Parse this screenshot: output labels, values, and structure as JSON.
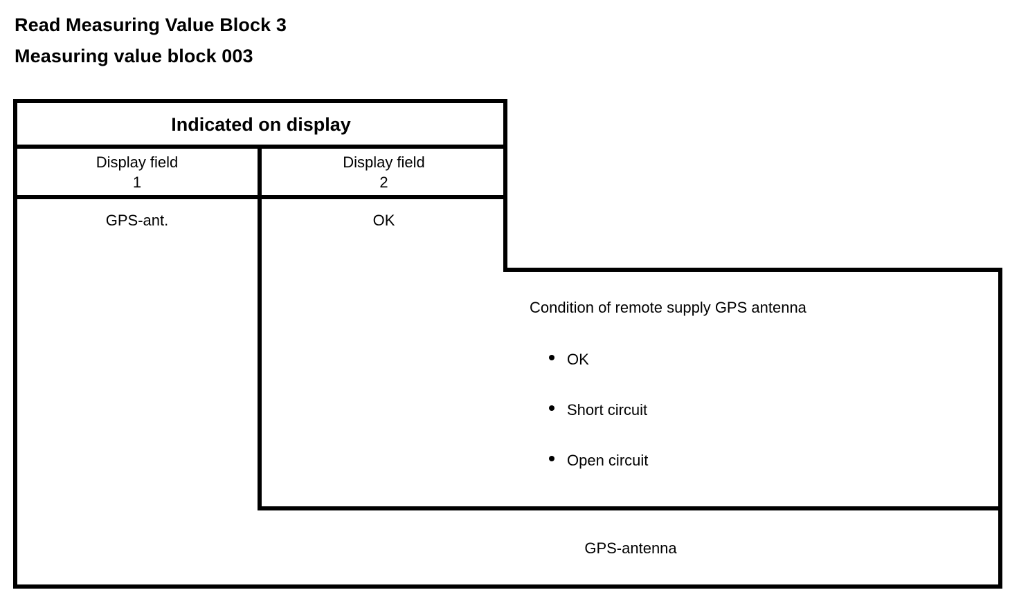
{
  "document": {
    "heading_lines": [
      "Read Measuring Value Block 3",
      "Measuring value block 003"
    ]
  },
  "table": {
    "spanned_header": "Indicated on display",
    "column_headers": [
      "Display field\n1",
      "Display field\n2"
    ],
    "value_row": [
      "GPS-ant.",
      "OK"
    ],
    "bottom_row_label": "GPS-antenna"
  },
  "description": {
    "title": "Condition of remote supply GPS antenna",
    "items": [
      {
        "label": "OK"
      },
      {
        "label": "Short circuit"
      },
      {
        "label": "Open circuit"
      }
    ]
  },
  "style": {
    "line_color": "#000000",
    "background": "#ffffff",
    "text_color": "#000000"
  }
}
